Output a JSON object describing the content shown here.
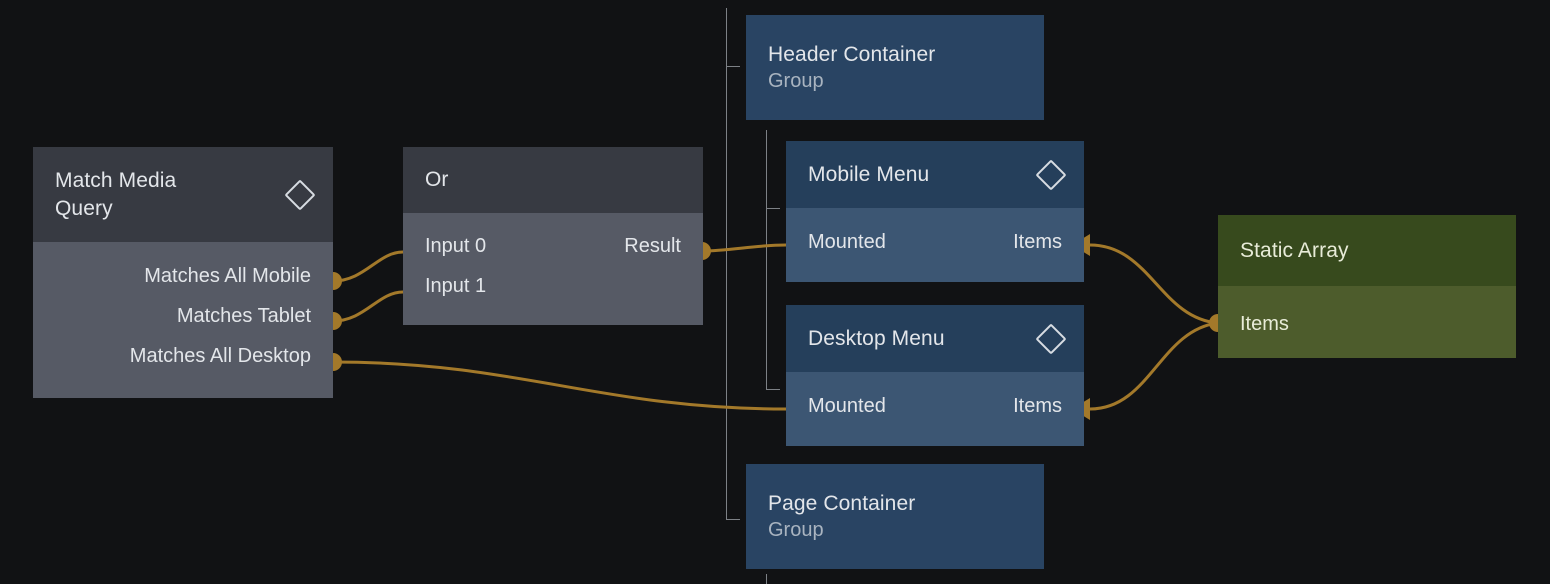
{
  "app": {
    "canvas_background": "#111214",
    "edge_color": "#a3792a"
  },
  "nodes": {
    "match_media_query": {
      "title": "Match Media\nQuery",
      "icon": "diamond-icon",
      "header_color": "#373a42",
      "body_color": "#565a65",
      "outputs": [
        {
          "label": "Matches All Mobile"
        },
        {
          "label": "Matches Tablet"
        },
        {
          "label": "Matches All Desktop"
        }
      ]
    },
    "or": {
      "title": "Or",
      "header_color": "#373a42",
      "body_color": "#565a65",
      "inputs": [
        {
          "label": "Input 0"
        },
        {
          "label": "Input 1"
        }
      ],
      "outputs": [
        {
          "label": "Result"
        }
      ]
    },
    "header_container": {
      "title": "Header Container",
      "subtitle": "Group",
      "header_color": "#294463"
    },
    "mobile_menu": {
      "title": "Mobile Menu",
      "icon": "diamond-icon",
      "header_color": "#253f5b",
      "body_color": "#3c5673",
      "input_label": "Mounted",
      "output_label": "Items"
    },
    "desktop_menu": {
      "title": "Desktop Menu",
      "icon": "diamond-icon",
      "header_color": "#253f5b",
      "body_color": "#3c5673",
      "input_label": "Mounted",
      "output_label": "Items"
    },
    "page_container": {
      "title": "Page Container",
      "subtitle": "Group",
      "header_color": "#294463"
    },
    "static_array": {
      "title": "Static Array",
      "header_color": "#374a1d",
      "body_color": "#4d5c2c",
      "output_label": "Items"
    }
  }
}
